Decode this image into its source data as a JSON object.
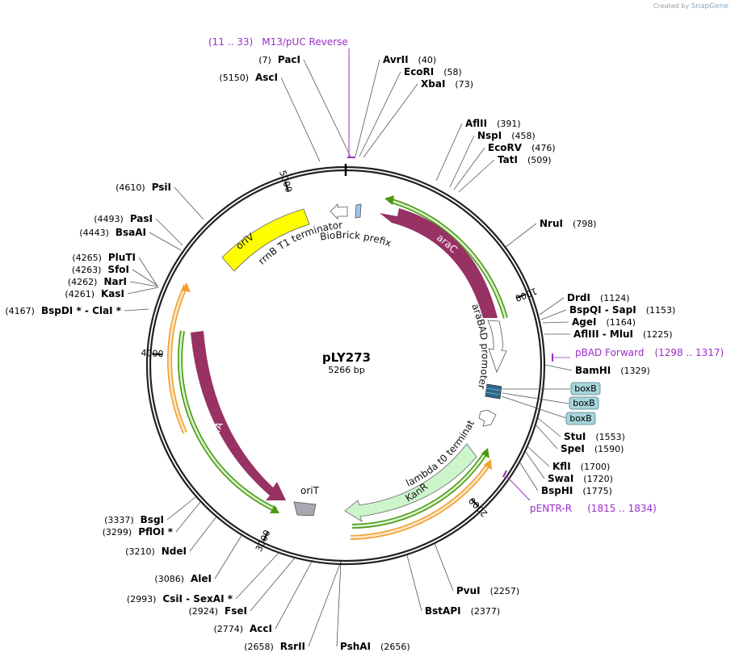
{
  "credit": {
    "prefix": "Created by",
    "brand": "SnapGene"
  },
  "plasmid": {
    "name": "pLY273",
    "size_label": "5266 bp",
    "length": 5266
  },
  "ticks": [
    "1000",
    "2000",
    "3000",
    "4000",
    "5000"
  ],
  "sites": [
    {
      "name": "PacI",
      "pos": "(7)"
    },
    {
      "name": "AvrII",
      "pos": "(40)"
    },
    {
      "name": "EcoRI",
      "pos": "(58)"
    },
    {
      "name": "XbaI",
      "pos": "(73)"
    },
    {
      "name": "AflII",
      "pos": "(391)"
    },
    {
      "name": "NspI",
      "pos": "(458)"
    },
    {
      "name": "EcoRV",
      "pos": "(476)"
    },
    {
      "name": "TatI",
      "pos": "(509)"
    },
    {
      "name": "NruI",
      "pos": "(798)"
    },
    {
      "name": "DrdI",
      "pos": "(1124)"
    },
    {
      "name": "BspQI - SapI",
      "pos": "(1153)"
    },
    {
      "name": "AgeI",
      "pos": "(1164)"
    },
    {
      "name": "AflIII - MluI",
      "pos": "(1225)"
    },
    {
      "name": "BamHI",
      "pos": "(1329)"
    },
    {
      "name": "StuI",
      "pos": "(1553)"
    },
    {
      "name": "SpeI",
      "pos": "(1590)"
    },
    {
      "name": "KflI",
      "pos": "(1700)"
    },
    {
      "name": "SwaI",
      "pos": "(1720)"
    },
    {
      "name": "BspHI",
      "pos": "(1775)"
    },
    {
      "name": "PvuI",
      "pos": "(2257)"
    },
    {
      "name": "BstAPI",
      "pos": "(2377)"
    },
    {
      "name": "PshAI",
      "pos": "(2656)"
    },
    {
      "name": "RsrII",
      "pos": "(2658)"
    },
    {
      "name": "AccI",
      "pos": "(2774)"
    },
    {
      "name": "FseI",
      "pos": "(2924)"
    },
    {
      "name": "CsiI - SexAI *",
      "pos": "(2993)"
    },
    {
      "name": "AleI",
      "pos": "(3086)"
    },
    {
      "name": "NdeI",
      "pos": "(3210)"
    },
    {
      "name": "PflOI *",
      "pos": "(3299)"
    },
    {
      "name": "BsgI",
      "pos": "(3337)"
    },
    {
      "name": "BspDI * - ClaI *",
      "pos": "(4167)"
    },
    {
      "name": "KasI",
      "pos": "(4261)"
    },
    {
      "name": "NarI",
      "pos": "(4262)"
    },
    {
      "name": "SfoI",
      "pos": "(4263)"
    },
    {
      "name": "PluTI",
      "pos": "(4265)"
    },
    {
      "name": "BsaAI",
      "pos": "(4443)"
    },
    {
      "name": "PasI",
      "pos": "(4493)"
    },
    {
      "name": "PsiI",
      "pos": "(4610)"
    },
    {
      "name": "AscI",
      "pos": "(5150)"
    }
  ],
  "primers": [
    {
      "name": "M13/pUC Reverse",
      "range": "(11 .. 33)"
    },
    {
      "name": "pBAD Forward",
      "range": "(1298 .. 1317)"
    },
    {
      "name": "pENTR-R",
      "range": "(1815 .. 1834)"
    }
  ],
  "features": {
    "araC": "araC",
    "trfA": "trfA",
    "KanR": "KanR",
    "oriV": "oriV",
    "oriT": "oriT",
    "rrnB": "rrnB T1 terminator",
    "biobrick": "BioBrick prefix",
    "araBAD": "araBAD promoter",
    "lambda": "lambda t0 terminator",
    "boxB": [
      "boxB",
      "boxB",
      "boxB"
    ]
  },
  "colors": {
    "cds": "#983264",
    "kanr": "#ccf5cc",
    "oriV": "#ffff00",
    "primer": "#9b2ec7",
    "green_arrow": "#4a9a10",
    "orange_arrow": "#f0a030",
    "boxB_fill": "#a8d4dc",
    "backbone": "#222222"
  }
}
